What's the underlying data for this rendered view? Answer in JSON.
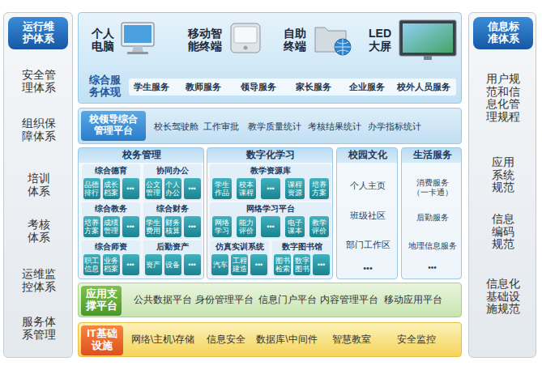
{
  "diagram": {
    "nodes": [
      {
        "text": [
          "安全管理体系",
          "组织保障体系",
          "培训体系",
          "考核体系",
          "运维监控体系",
          "服务体系管理"
        ]
      },
      {
        "text": [
          "运行维护体系"
        ],
        "in": 0
      },
      {
        "text": [
          "个人电脑",
          "移动智能终端",
          "自助终端",
          "LED大屏",
          "综合服务体现",
          "学生服务",
          "教师服务",
          "领导服务",
          "家长服务",
          "企业服务",
          "校外人员服务"
        ]
      },
      {
        "text": [
          "校长驾驶舱",
          "工作审批",
          "教学质量统计",
          "考核结果统计",
          "办学指标统计"
        ]
      },
      {
        "text": [
          "校领导综合管理平台"
        ],
        "in": 3
      },
      {
        "text": [
          "校务管理"
        ]
      },
      {
        "text": [
          "综合德育"
        ],
        "in": 5
      },
      {
        "text": [
          "品德排行"
        ],
        "in": 6
      },
      {
        "text": [
          "成长档案"
        ],
        "in": 6
      },
      {
        "text": [
          "•••"
        ],
        "in": 6
      },
      {
        "text": [
          "协同办公"
        ],
        "in": 5
      },
      {
        "text": [
          "公文管理"
        ],
        "in": 10
      },
      {
        "text": [
          "个人办公"
        ],
        "in": 10
      },
      {
        "text": [
          "•••"
        ],
        "in": 10
      },
      {
        "text": [
          "综合教务"
        ],
        "in": 5
      },
      {
        "text": [
          "培养方案"
        ],
        "in": 14
      },
      {
        "text": [
          "成绩管理"
        ],
        "in": 14
      },
      {
        "text": [
          "•••"
        ],
        "in": 14
      },
      {
        "text": [
          "综合财务"
        ],
        "in": 5
      },
      {
        "text": [
          "学生费用"
        ],
        "in": 18
      },
      {
        "text": [
          "财务核算"
        ],
        "in": 18
      },
      {
        "text": [
          "•••"
        ],
        "in": 18
      },
      {
        "text": [
          "综合师资"
        ],
        "in": 5
      },
      {
        "text": [
          "职工信息"
        ],
        "in": 22
      },
      {
        "text": [
          "业务档案"
        ],
        "in": 22
      },
      {
        "text": [
          "•••"
        ],
        "in": 22
      },
      {
        "text": [
          "后勤资产"
        ],
        "in": 5
      },
      {
        "text": [
          "资产"
        ],
        "in": 26
      },
      {
        "text": [
          "设备"
        ],
        "in": 26
      },
      {
        "text": [
          "•••"
        ],
        "in": 26
      },
      {
        "text": [
          "数字化学习"
        ]
      },
      {
        "text": [
          "教学资源库"
        ],
        "in": 30
      },
      {
        "text": [
          "学生作品"
        ],
        "in": 31
      },
      {
        "text": [
          "校本课程"
        ],
        "in": 31
      },
      {
        "text": [
          "•••"
        ],
        "in": 31
      },
      {
        "text": [
          "课程资源"
        ],
        "in": 31
      },
      {
        "text": [
          "培养方案"
        ],
        "in": 31
      },
      {
        "text": [
          "网络学习平台"
        ],
        "in": 30
      },
      {
        "text": [
          "网络学习"
        ],
        "in": 37
      },
      {
        "text": [
          "能力评价"
        ],
        "in": 37
      },
      {
        "text": [
          "•••"
        ],
        "in": 37
      },
      {
        "text": [
          "电子课本"
        ],
        "in": 37
      },
      {
        "text": [
          "教学评价"
        ],
        "in": 37
      },
      {
        "text": [
          "仿真实训系统"
        ],
        "in": 30
      },
      {
        "text": [
          "汽车"
        ],
        "in": 43
      },
      {
        "text": [
          "工程建造"
        ],
        "in": 43
      },
      {
        "text": [
          "•••"
        ],
        "in": 43
      },
      {
        "text": [
          "数字图书馆"
        ],
        "in": 30
      },
      {
        "text": [
          "图书检索"
        ],
        "in": 47
      },
      {
        "text": [
          "数字图书"
        ],
        "in": 47
      },
      {
        "text": [
          "•••"
        ],
        "in": 47
      },
      {
        "text": [
          "校园文化",
          "个人主页",
          "班级社区",
          "部门工作区",
          "•••"
        ]
      },
      {
        "text": [
          "生活服务",
          "消费服务（一卡通）",
          "后勤服务",
          "地理信息服务",
          "•••"
        ]
      },
      {
        "text": [
          "公共数据平台",
          "身份管理平台",
          "信息门户平台",
          "内容管理平台",
          "移动应用平台"
        ]
      },
      {
        "text": [
          "应用支撑平台"
        ],
        "in": 53
      },
      {
        "text": [
          "网络\\主机\\存储",
          "信息安全",
          "数据库\\中间件",
          "智慧教室",
          "安全监控"
        ]
      },
      {
        "text": [
          "IT基础设施"
        ],
        "in": 55
      },
      {
        "text": [
          "用户规范和信息化管理规程",
          "应用系统规范",
          "信息编码规范",
          "信息化基础设施规范"
        ]
      },
      {
        "text": [
          "信息标准体系"
        ],
        "in": 57
      }
    ]
  }
}
